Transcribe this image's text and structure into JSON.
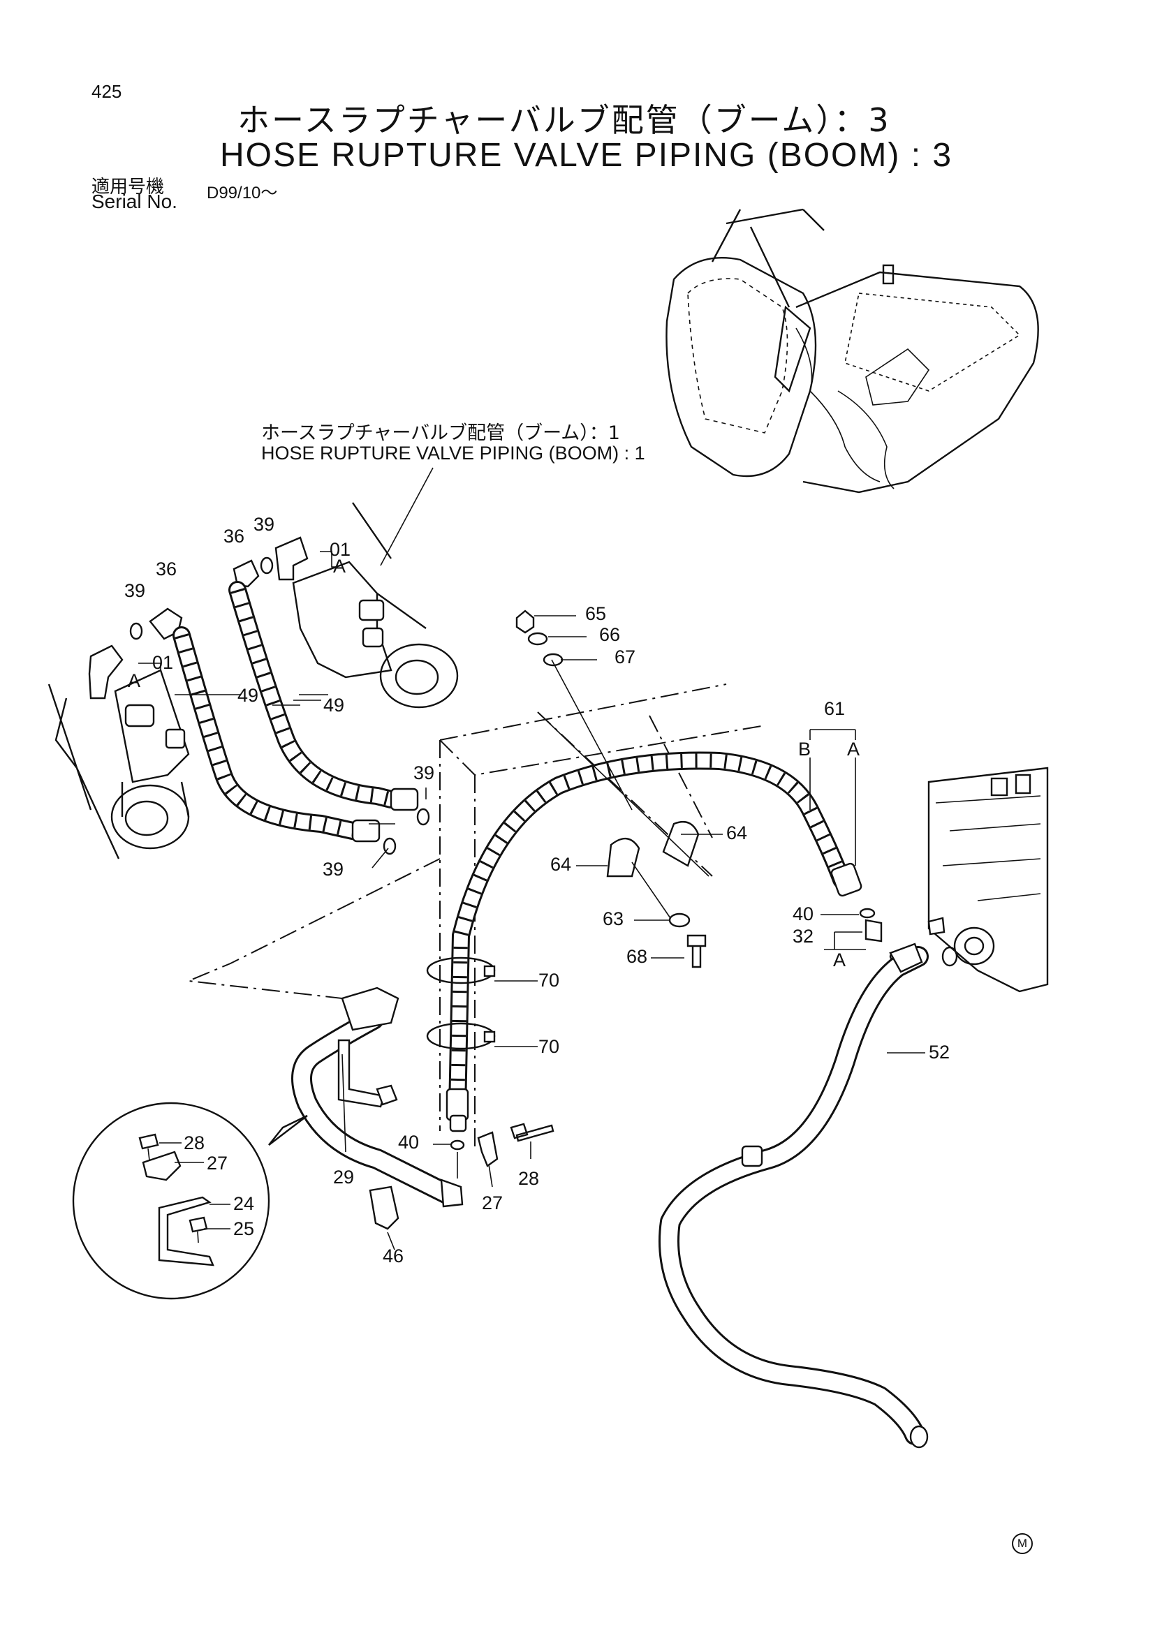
{
  "header": {
    "page_number": "425",
    "title_jp": "ホースラプチャーバルブ配管（ブーム）：3",
    "title_en": "HOSE RUPTURE VALVE PIPING (BOOM) : 3",
    "serial_label_jp": "適用号機",
    "serial_label_en": "Serial No.",
    "serial_value": "D99/10～"
  },
  "subassembly_ref": {
    "label_jp": "ホースラプチャーバルブ配管（ブーム）：1",
    "label_en": "HOSE RUPTURE VALVE PIPING (BOOM) : 1"
  },
  "callouts": {
    "c01a": "01",
    "c01b": "01",
    "c24": "24",
    "c25": "25",
    "c27a": "27",
    "c27b": "27",
    "c28a": "28",
    "c28b": "28",
    "c29": "29",
    "c32": "32",
    "c36a": "36",
    "c36b": "36",
    "c39a": "39",
    "c39b": "39",
    "c39c": "39",
    "c39d": "39",
    "c40a": "40",
    "c40b": "40",
    "c46": "46",
    "c49a": "49",
    "c49b": "49",
    "c52": "52",
    "c61": "61",
    "c63": "63",
    "c64a": "64",
    "c64b": "64",
    "c65": "65",
    "c66": "66",
    "c67": "67",
    "c68": "68",
    "c70a": "70",
    "c70b": "70",
    "port_a1": "A",
    "port_a2": "A",
    "port_a3": "A",
    "port_a4": "A",
    "port_b": "B"
  },
  "footer": {
    "mark": "M"
  }
}
